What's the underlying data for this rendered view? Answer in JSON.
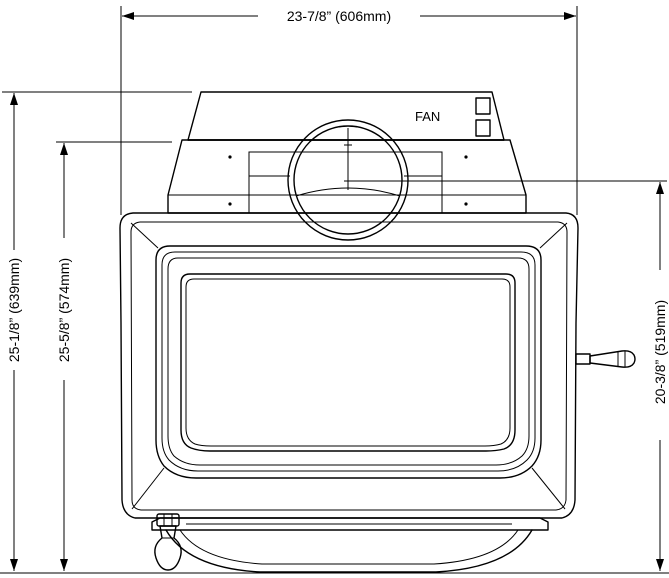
{
  "dimensions": {
    "top_width": "23-7/8” (606mm)",
    "left_outer_height": "25-1/8” (639mm)",
    "left_inner_height": "25-5/8” (574mm)",
    "right_height": "20-3/8” (519mm)"
  },
  "labels": {
    "fan": "FAN"
  }
}
